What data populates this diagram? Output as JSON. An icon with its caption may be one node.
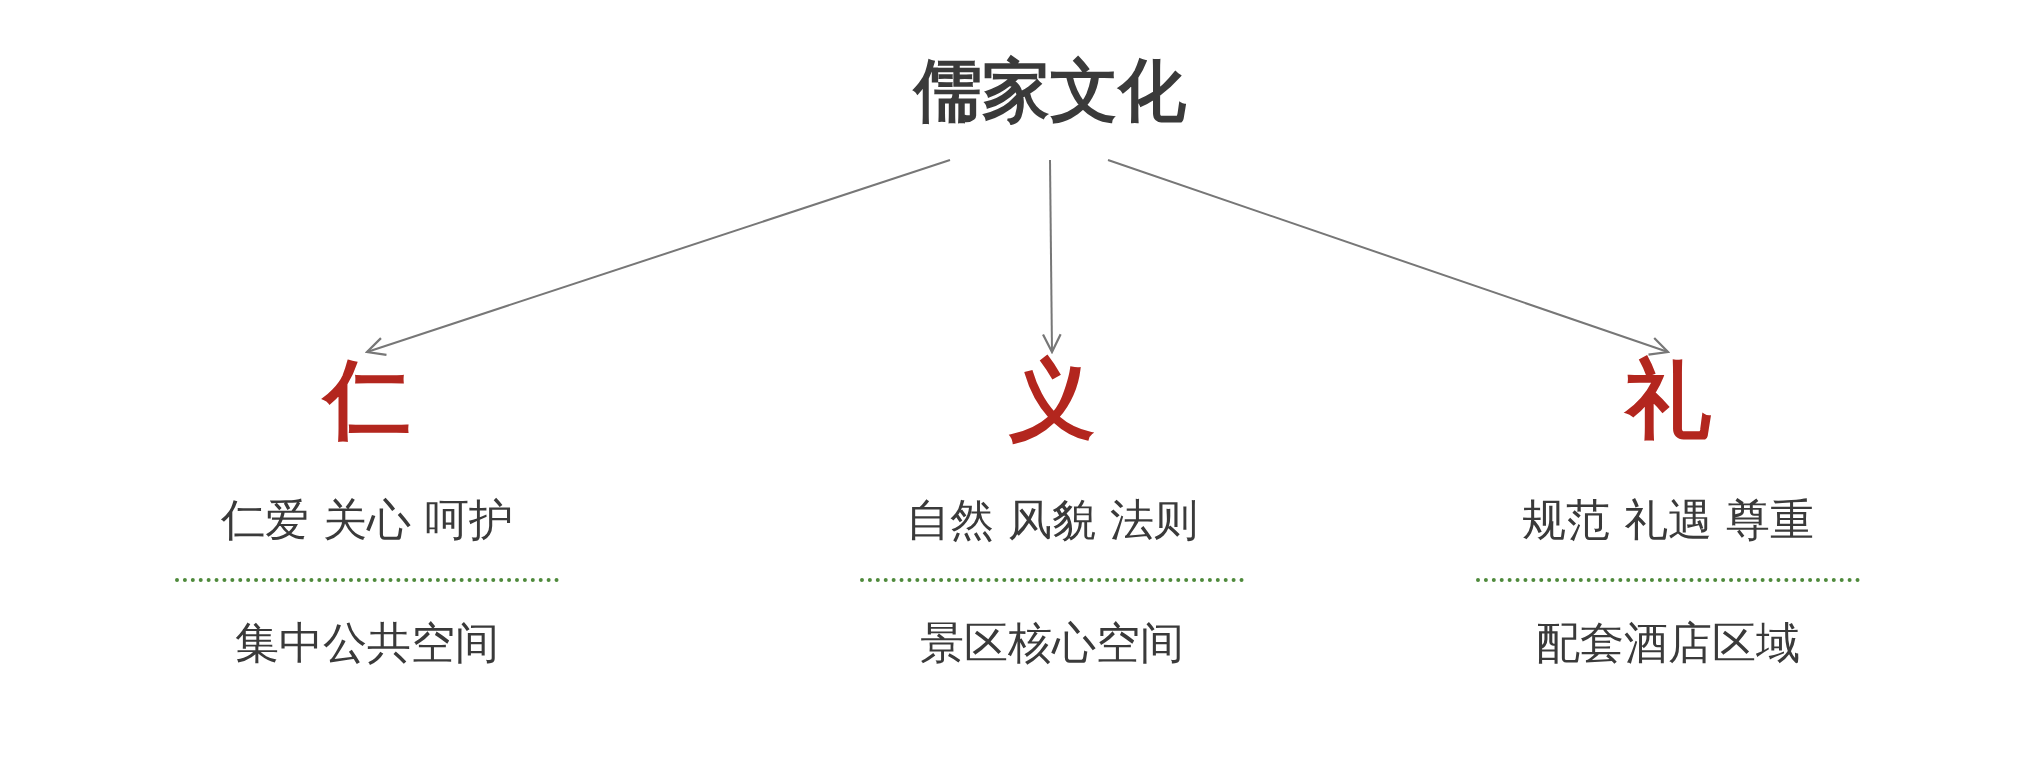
{
  "diagram": {
    "nodes": [
      {
        "text": [
          "儒家文化"
        ]
      },
      {
        "text": [
          "仁",
          "仁爱 关心 呵护",
          "集中公共空间"
        ]
      },
      {
        "text": [
          "义",
          "自然 风貌 法则",
          "景区核心空间"
        ]
      },
      {
        "text": [
          "礼",
          "规范 礼遇 尊重",
          "配套酒店区域"
        ]
      }
    ],
    "edges": [
      {
        "from": 0,
        "to": 1,
        "arrow": "to"
      },
      {
        "from": 0,
        "to": 2,
        "arrow": "to"
      },
      {
        "from": 0,
        "to": 3,
        "arrow": "to"
      }
    ]
  }
}
